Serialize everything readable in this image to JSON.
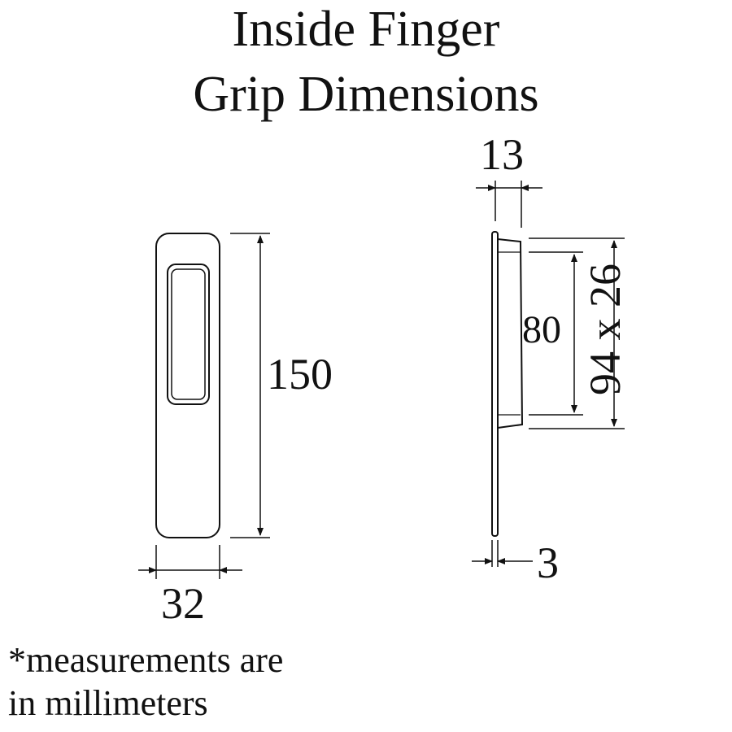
{
  "title": {
    "line1": "Inside Finger",
    "line2": "Grip Dimensions"
  },
  "dimensions": {
    "height": "150",
    "width": "32",
    "depth": "13",
    "plate_thickness": "3",
    "inner_opening": "80",
    "cutout": "94 x 26"
  },
  "note": {
    "line1": "*measurements are",
    "line2": "in millimeters"
  },
  "colors": {
    "line": "#111111",
    "background": "#ffffff"
  }
}
